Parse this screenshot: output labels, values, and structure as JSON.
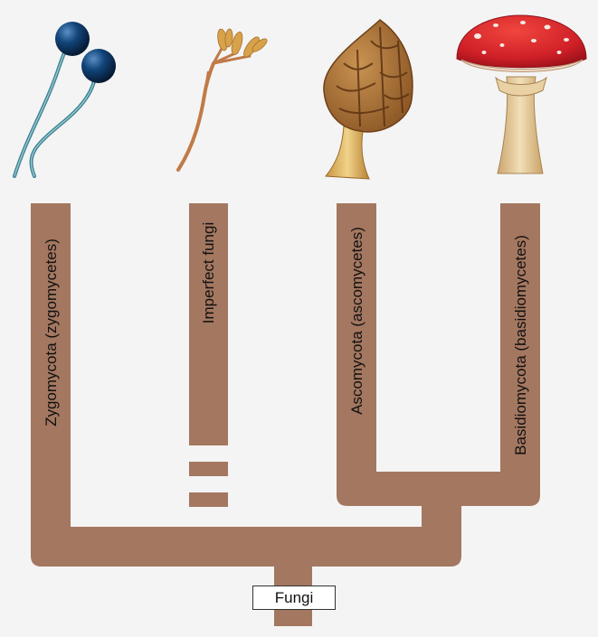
{
  "tree": {
    "root_label": "Fungi",
    "branches": [
      {
        "id": "zygomycota",
        "label": "Zygomycota (zygomycetes)",
        "icon": "pin-mold-icon"
      },
      {
        "id": "imperfect",
        "label": "Imperfect fungi",
        "icon": "conidiophore-icon"
      },
      {
        "id": "ascomycota",
        "label": "Ascomycota (ascomycetes)",
        "icon": "morel-icon"
      },
      {
        "id": "basidiomycota",
        "label": "Basidiomycota (basidiomycetes)",
        "icon": "fly-agaric-icon"
      }
    ]
  },
  "colors": {
    "background": "#f4f4f4",
    "branch": "#a47760",
    "mold_stalk": "#4a8c9a",
    "mold_head": "#0f3f6e",
    "morel": "#b07a38",
    "cap_red": "#d8252b",
    "stem": "#e3c99a"
  }
}
